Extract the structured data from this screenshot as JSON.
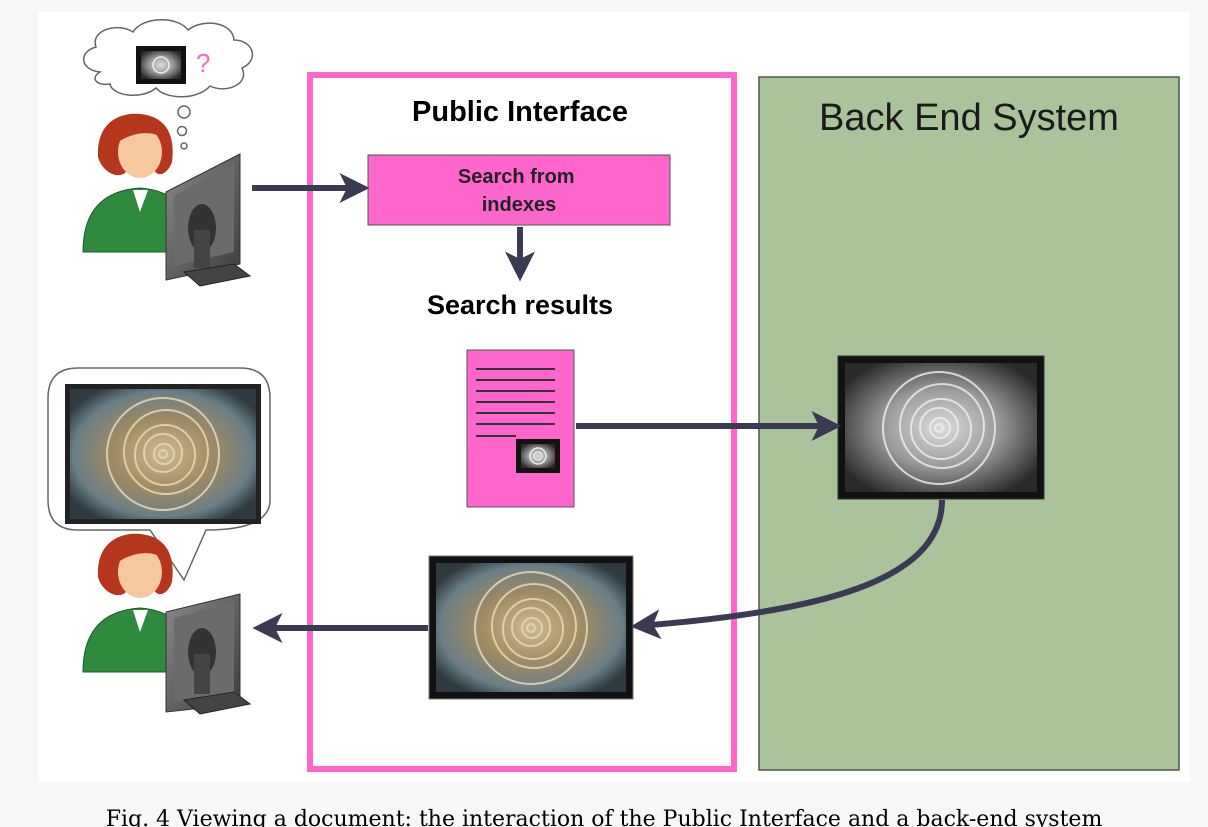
{
  "diagram": {
    "public_interface": {
      "title": "Public Interface",
      "search_box_lines": [
        "Search from",
        "indexes"
      ],
      "results_label": "Search results"
    },
    "back_end": {
      "title": "Back End System"
    },
    "thought_bubble": {
      "symbol": "?"
    },
    "colors": {
      "public_interface_border": "#ff66cc",
      "search_box_fill": "#ff66cc",
      "document_fill": "#ff66cc",
      "back_end_fill": "#abc39b",
      "arrow": "#3a3a52"
    },
    "icons": [
      "user-at-computer-icon",
      "thought-bubble-icon",
      "speech-bubble-icon",
      "document-icon",
      "ammonite-image-icon"
    ]
  },
  "caption": "Fig. 4 Viewing a document: the interaction of the Public Interface and a back-end system"
}
